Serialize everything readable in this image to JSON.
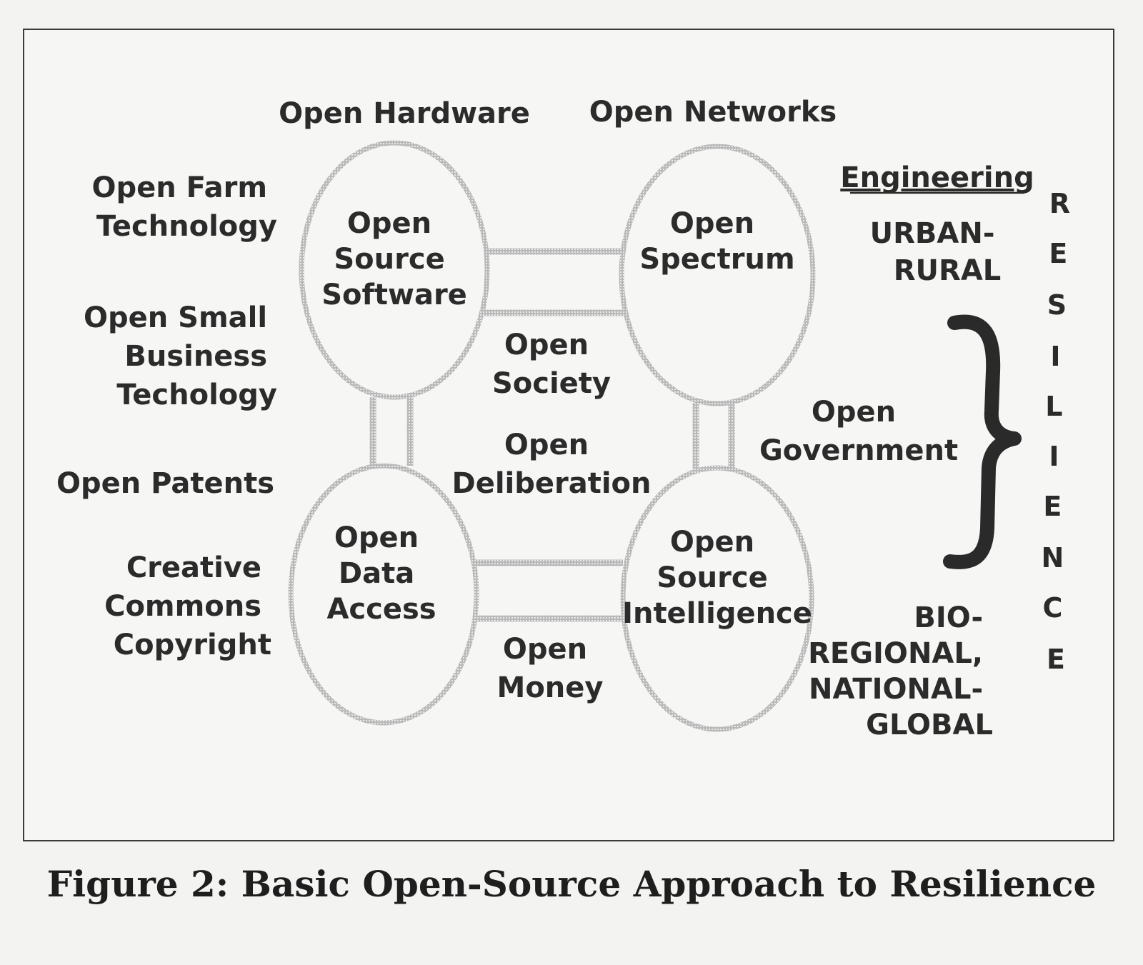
{
  "top_labels": {
    "hardware": "Open Hardware",
    "networks": "Open Networks"
  },
  "left_labels": {
    "farm": [
      "Open Farm",
      "Technology"
    ],
    "small_business": [
      "Open Small",
      "Business",
      "Techology"
    ],
    "patents": [
      "Open Patents"
    ],
    "creative": [
      "Creative",
      "Commons",
      "Copyright"
    ]
  },
  "nodes": {
    "software": [
      "Open",
      "Source",
      "Software"
    ],
    "spectrum": [
      "Open",
      "Spectrum"
    ],
    "data": [
      "Open",
      "Data",
      "Access"
    ],
    "intelligence": [
      "Open",
      "Source",
      "Intelligence"
    ]
  },
  "center_labels": {
    "society": [
      "Open",
      "Society"
    ],
    "deliberation": [
      "Open",
      "Deliberation"
    ],
    "money": [
      "Open",
      "Money"
    ]
  },
  "right_labels": {
    "engineering": "Engineering",
    "urban": [
      "URBAN-",
      "RURAL"
    ],
    "government": [
      "Open",
      "Government"
    ],
    "bio": [
      "BIO-",
      "REGIONAL,",
      "NATIONAL-",
      "GLOBAL"
    ]
  },
  "resilience": [
    "R",
    "E",
    "S",
    "I",
    "L",
    "I",
    "E",
    "N",
    "C",
    "E"
  ],
  "caption": "Figure 2: Basic Open-Source Approach to Resilience"
}
